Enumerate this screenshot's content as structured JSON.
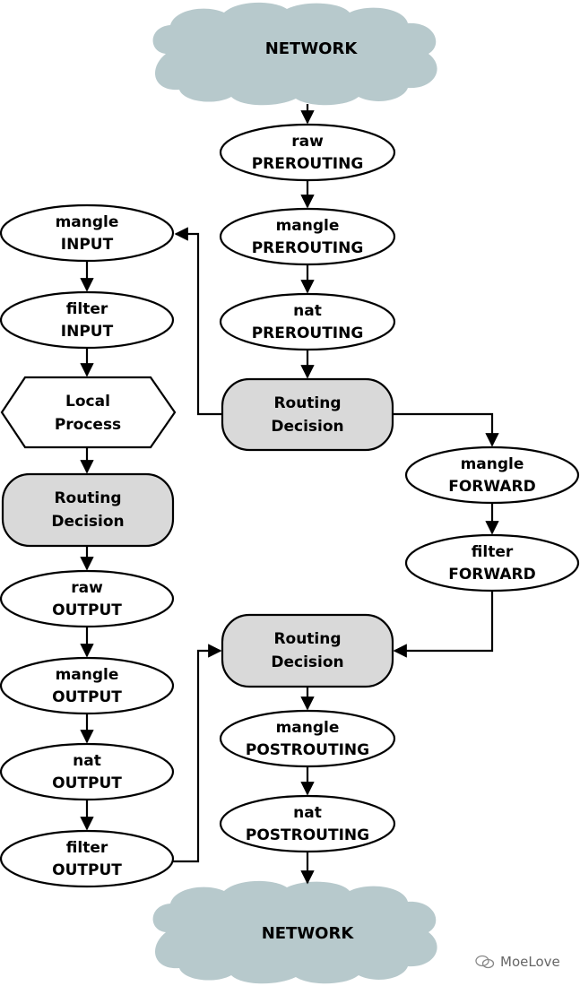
{
  "network_top": "NETWORK",
  "network_bottom": "NETWORK",
  "nodes": {
    "raw_prerouting": {
      "table": "raw",
      "chain": "PREROUTING"
    },
    "mangle_prerouting": {
      "table": "mangle",
      "chain": "PREROUTING"
    },
    "nat_prerouting": {
      "table": "nat",
      "chain": "PREROUTING"
    },
    "routing_1": {
      "line1": "Routing",
      "line2": "Decision"
    },
    "mangle_input": {
      "table": "mangle",
      "chain": "INPUT"
    },
    "filter_input": {
      "table": "filter",
      "chain": "INPUT"
    },
    "local_process": {
      "line1": "Local",
      "line2": "Process"
    },
    "routing_2": {
      "line1": "Routing",
      "line2": "Decision"
    },
    "raw_output": {
      "table": "raw",
      "chain": "OUTPUT"
    },
    "mangle_output": {
      "table": "mangle",
      "chain": "OUTPUT"
    },
    "nat_output": {
      "table": "nat",
      "chain": "OUTPUT"
    },
    "filter_output": {
      "table": "filter",
      "chain": "OUTPUT"
    },
    "mangle_forward": {
      "table": "mangle",
      "chain": "FORWARD"
    },
    "filter_forward": {
      "table": "filter",
      "chain": "FORWARD"
    },
    "routing_3": {
      "line1": "Routing",
      "line2": "Decision"
    },
    "mangle_postrouting": {
      "table": "mangle",
      "chain": "POSTROUTING"
    },
    "nat_postrouting": {
      "table": "nat",
      "chain": "POSTROUTING"
    }
  },
  "watermark": "MoeLove",
  "colors": {
    "cloud": "#b7c9cc",
    "decision_fill": "#d9d9d9",
    "stroke": "#000000"
  }
}
